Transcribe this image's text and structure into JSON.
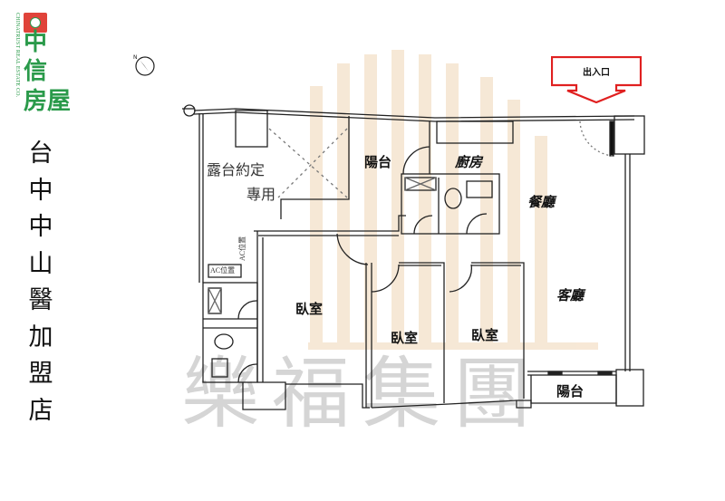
{
  "branding": {
    "logo_text_cn_line1": "中",
    "logo_text_cn_line2": "信",
    "logo_text_cn_line3": "房屋",
    "logo_text_en": "CHINATRUST REAL ESTATE CO.",
    "brand_color": "#2a9a4a",
    "logo_accent_color": "#e0433a"
  },
  "store_name_vertical": [
    "台",
    "中",
    "中",
    "山",
    "醫",
    "加",
    "盟",
    "店"
  ],
  "compass": {
    "label": "N"
  },
  "entrance": {
    "label": "出入口",
    "color": "#e02020"
  },
  "rooms": {
    "terrace_exclusive_line1": "露台約定",
    "terrace_exclusive_line2": "專用",
    "balcony_top": "陽台",
    "kitchen": "廚房",
    "dining": "餐廳",
    "living": "客廳",
    "bedroom_1": "臥室",
    "bedroom_2": "臥室",
    "bedroom_3": "臥室",
    "balcony_bottom": "陽台"
  },
  "annotations": {
    "ac_position_1": "AC位置",
    "ac_position_2": "AC位置"
  },
  "watermark": {
    "text": "樂福集團",
    "color": "#c8c8c8",
    "background_motif_color": "#f3e3cf"
  }
}
